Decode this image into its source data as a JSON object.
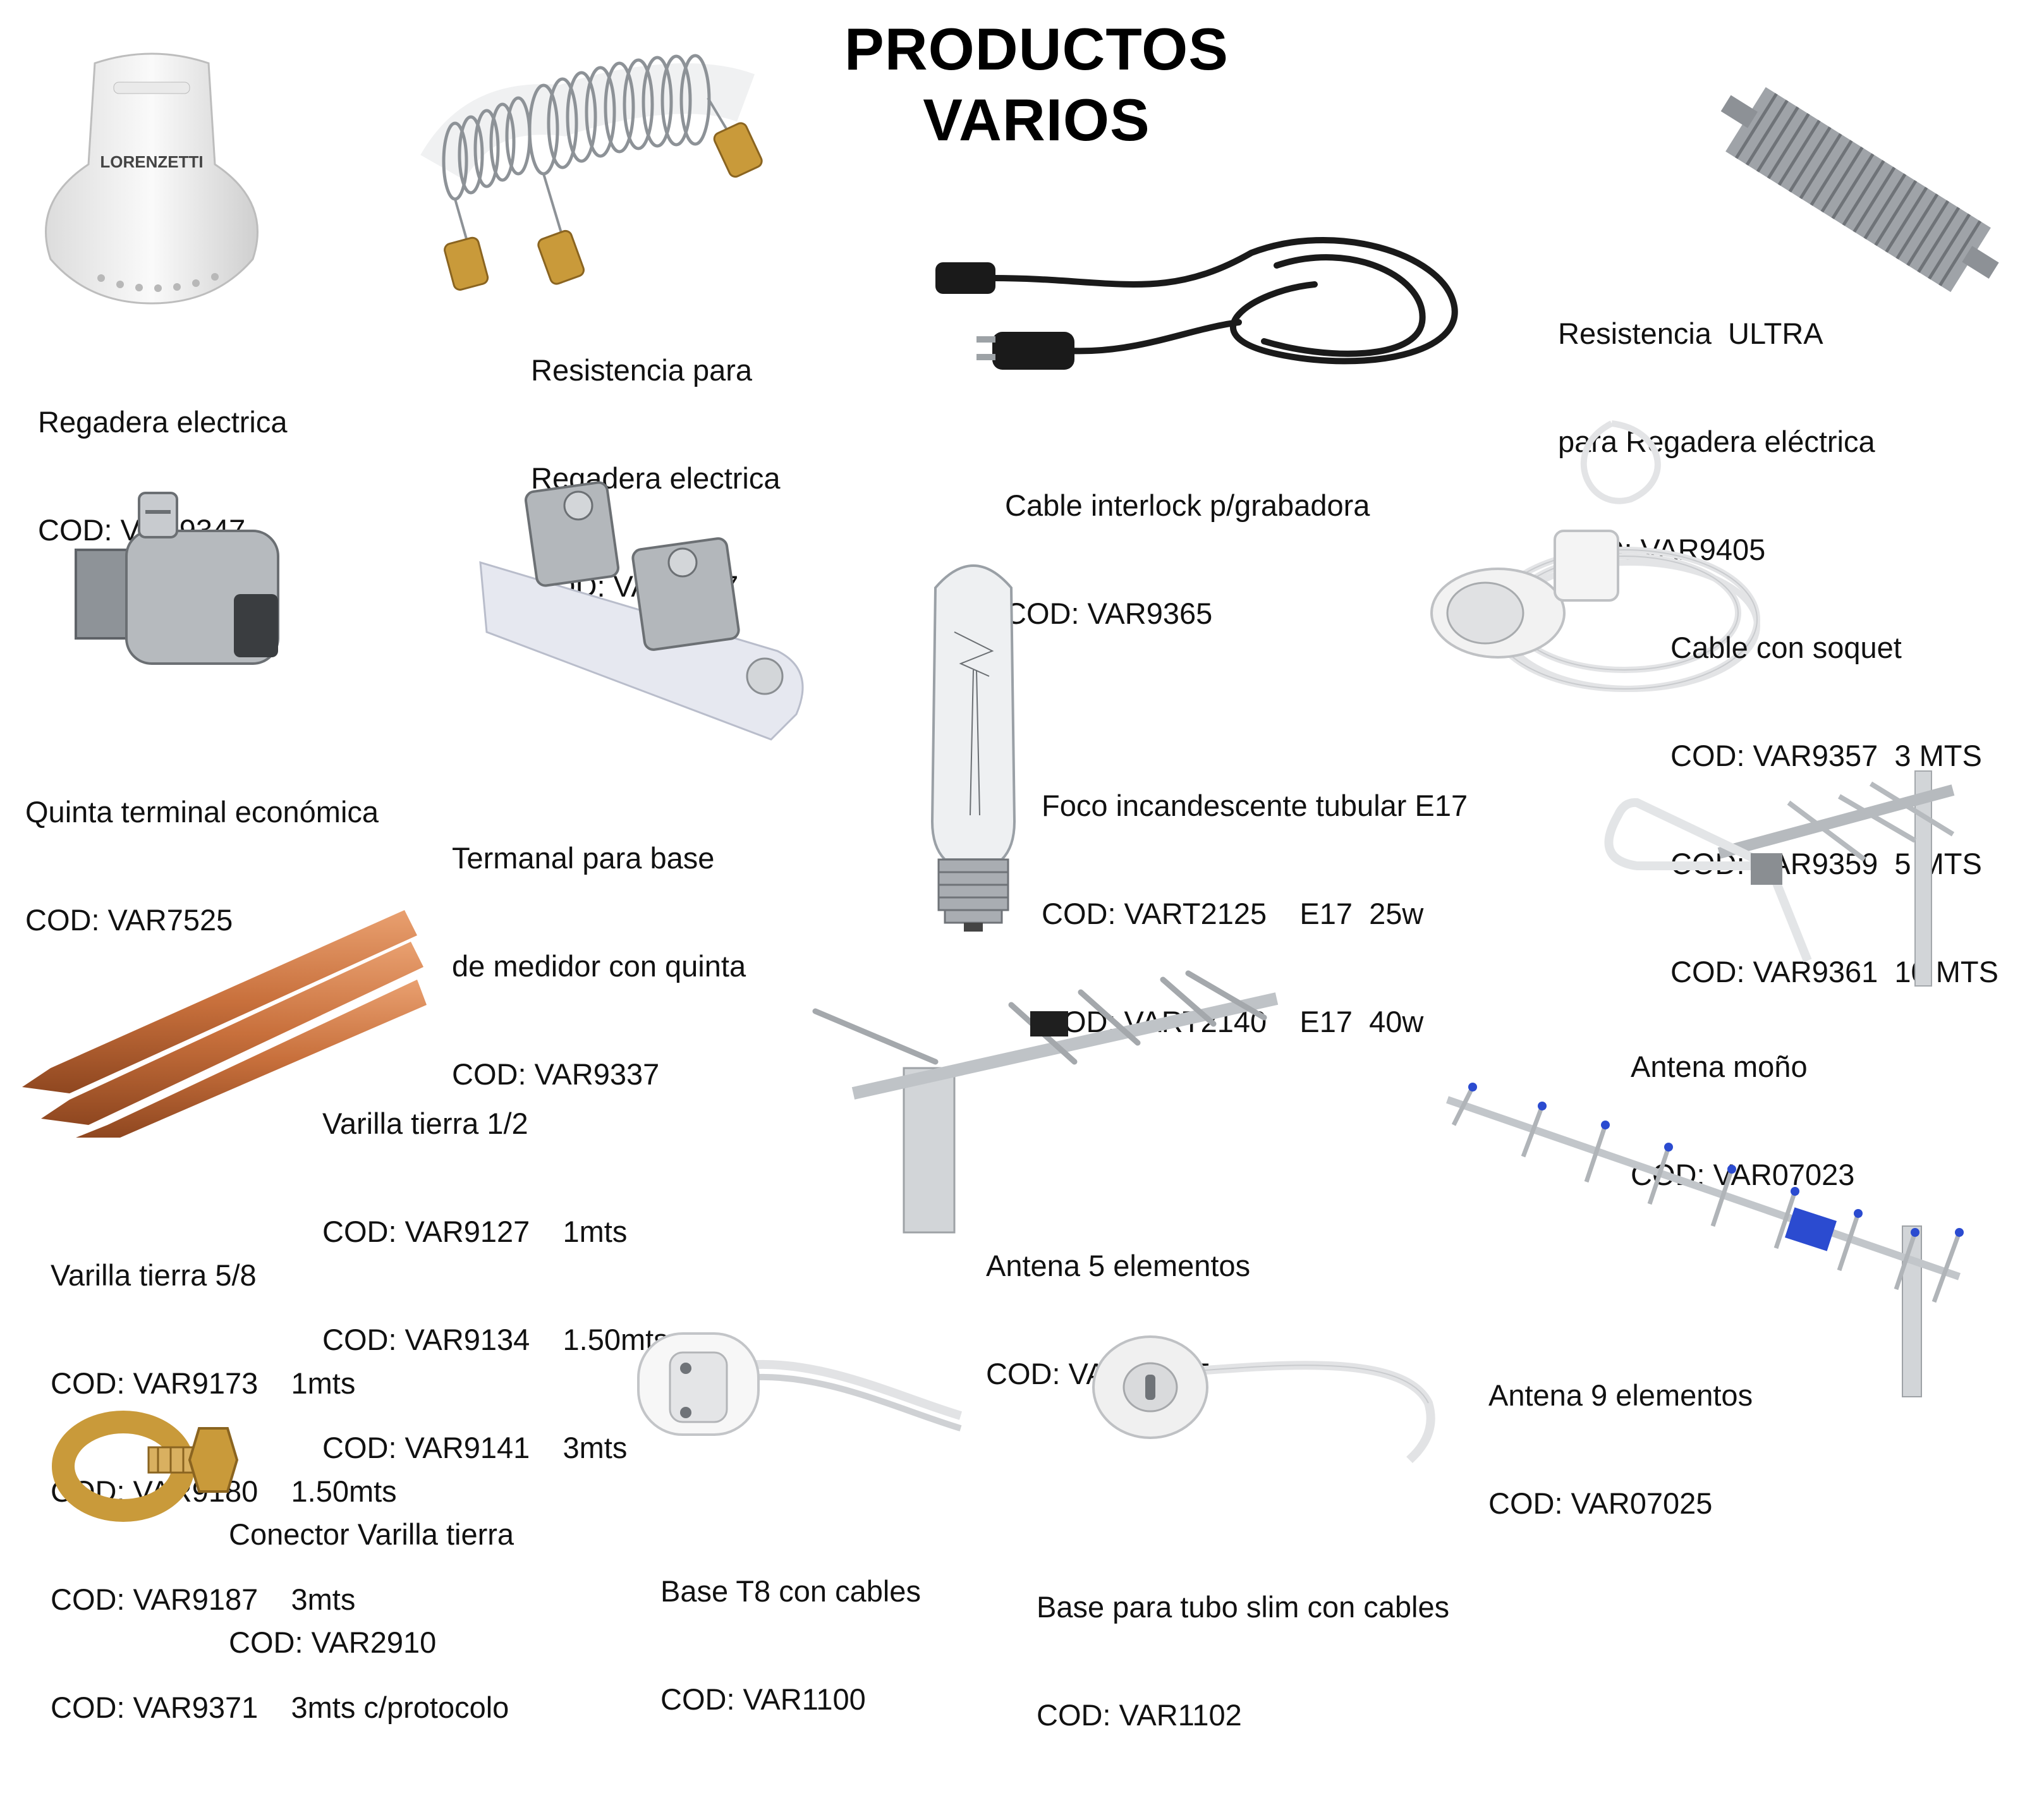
{
  "title": {
    "line1": "PRODUCTOS",
    "line2": "VARIOS"
  },
  "products": [
    {
      "name": "Regadera electrica",
      "lines": [
        "COD: VAR9347"
      ],
      "brand": "LORENZETTI",
      "icon": "shower-heater-icon"
    },
    {
      "name": "Resistencia para",
      "lines": [
        "Regadera electrica",
        "COD: VAR9407"
      ],
      "icon": "coil-resistor-icon"
    },
    {
      "name": "Cable interlock p/grabadora",
      "lines": [
        "COD: VAR9365"
      ],
      "icon": "power-cable-icon"
    },
    {
      "name": "Resistencia  ULTRA",
      "lines": [
        "para Regadera eléctrica",
        "COD: VAR9405"
      ],
      "icon": "flat-resistor-icon"
    },
    {
      "name": "Quinta terminal económica",
      "lines": [
        "COD: VAR7525"
      ],
      "icon": "terminal-clamp-icon"
    },
    {
      "name": "Termanal para base",
      "lines": [
        "de medidor con quinta",
        "COD: VAR9337"
      ],
      "icon": "meter-terminal-icon"
    },
    {
      "name": "Foco incandescente tubular E17",
      "lines": [
        "COD: VART2125    E17  25w",
        "COD: VART2140    E17  40w"
      ],
      "icon": "tubular-bulb-icon"
    },
    {
      "name": "Cable con soquet",
      "lines": [
        "COD: VAR9357  3 MTS",
        "COD: VAR9359  5 MTS",
        "COD: VAR9361  10 MTS"
      ],
      "icon": "socket-cable-icon"
    },
    {
      "name": "Antena moño",
      "lines": [
        "COD: VAR07023"
      ],
      "icon": "bowtie-antenna-icon"
    },
    {
      "name": "Varilla tierra 1/2",
      "lines": [
        "COD: VAR9127    1mts",
        "COD: VAR9134    1.50mts",
        "COD: VAR9141    3mts"
      ],
      "icon": "ground-rods-icon"
    },
    {
      "name": "Varilla tierra 5/8",
      "lines": [
        "COD: VAR9173    1mts",
        "COD: VAR9180    1.50mts",
        "COD: VAR9187    3mts",
        "COD: VAR9371    3mts c/protocolo"
      ]
    },
    {
      "name": "Antena 5 elementos",
      "lines": [
        "COD: VAR07027"
      ],
      "icon": "yagi-5-antenna-icon"
    },
    {
      "name": "Antena 9 elementos",
      "lines": [
        "COD: VAR07025"
      ],
      "icon": "yagi-9-antenna-icon"
    },
    {
      "name": "Conector Varilla tierra",
      "lines": [
        "COD: VAR2910"
      ],
      "icon": "rod-connector-icon"
    },
    {
      "name": "Base T8 con cables",
      "lines": [
        "COD: VAR1100"
      ],
      "icon": "t8-base-icon"
    },
    {
      "name": "Base para tubo slim con cables",
      "lines": [
        "COD: VAR1102"
      ],
      "icon": "slim-base-icon"
    }
  ],
  "colors": {
    "background": "#ffffff",
    "text": "#111111",
    "copper": "#c8703c",
    "steel": "#a9adb2",
    "brass": "#c99a3a",
    "cable_black": "#1a1a1a",
    "antenna_blue": "#2b4bd0"
  }
}
